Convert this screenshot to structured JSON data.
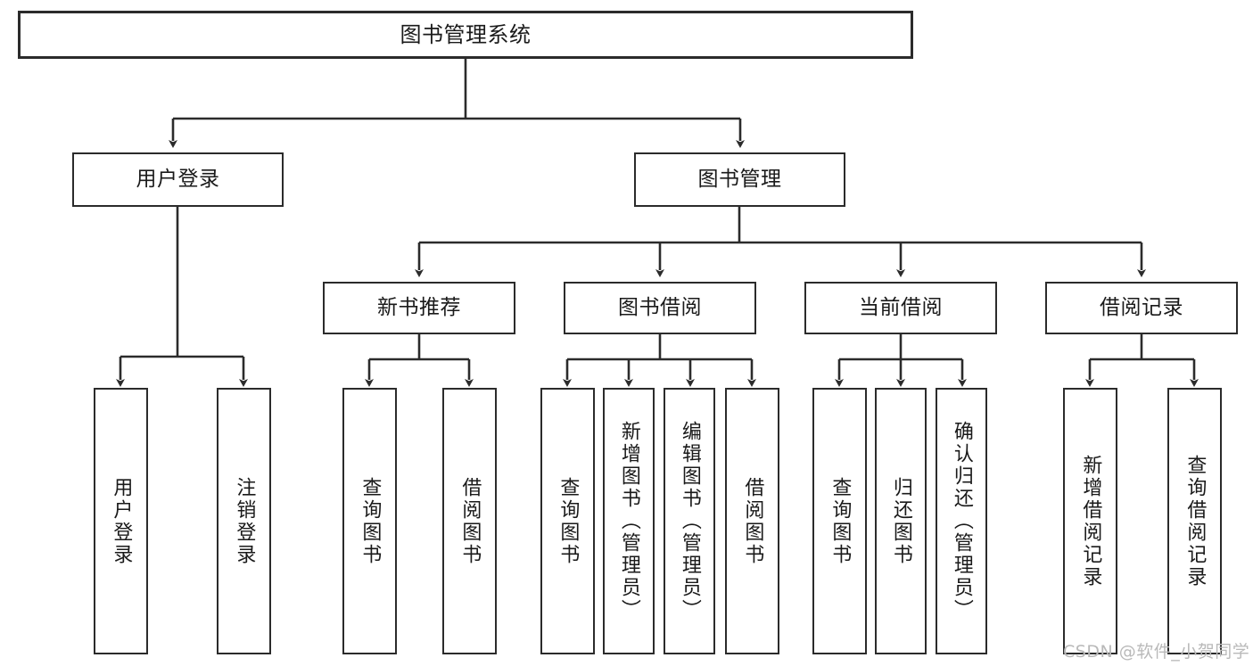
{
  "diagram": {
    "type": "tree",
    "title": "图书管理系统",
    "orientation": "top-down",
    "colors": {
      "box_border": "#2b2b2b",
      "box_fill": "#ffffff",
      "edge": "#2b2b2b",
      "text": "#1a1a1a",
      "watermark": "#b9b9b9",
      "background": "#ffffff"
    }
  },
  "nodes": {
    "root": {
      "label": "图书管理系统"
    },
    "level2": [
      {
        "id": "user-login",
        "label": "用户登录"
      },
      {
        "id": "book-management",
        "label": "图书管理"
      }
    ],
    "level3": [
      {
        "id": "new-book-recommend",
        "label": "新书推荐"
      },
      {
        "id": "book-borrow",
        "label": "图书借阅"
      },
      {
        "id": "current-borrow",
        "label": "当前借阅"
      },
      {
        "id": "borrow-record",
        "label": "借阅记录"
      }
    ],
    "leaves": {
      "user-login": [
        {
          "id": "user-login-leaf",
          "label": "用户登录"
        },
        {
          "id": "logout-leaf",
          "label": "注销登录"
        }
      ],
      "new-book-recommend": [
        {
          "id": "query-book-1",
          "label": "查询图书"
        },
        {
          "id": "borrow-book-1",
          "label": "借阅图书"
        }
      ],
      "book-borrow": [
        {
          "id": "query-book-2",
          "label": "查询图书"
        },
        {
          "id": "add-book-admin",
          "label": "新增图书（管理员）"
        },
        {
          "id": "edit-book-admin",
          "label": "编辑图书（管理员）"
        },
        {
          "id": "borrow-book-2",
          "label": "借阅图书"
        }
      ],
      "current-borrow": [
        {
          "id": "query-book-3",
          "label": "查询图书"
        },
        {
          "id": "return-book",
          "label": "归还图书"
        },
        {
          "id": "confirm-return-admin",
          "label": "确认归还（管理员）"
        }
      ],
      "borrow-record": [
        {
          "id": "add-borrow-record",
          "label": "新增借阅记录"
        },
        {
          "id": "query-borrow-record",
          "label": "查询借阅记录"
        }
      ]
    }
  },
  "watermark": {
    "text": "CSDN @软件_小贺同学"
  }
}
